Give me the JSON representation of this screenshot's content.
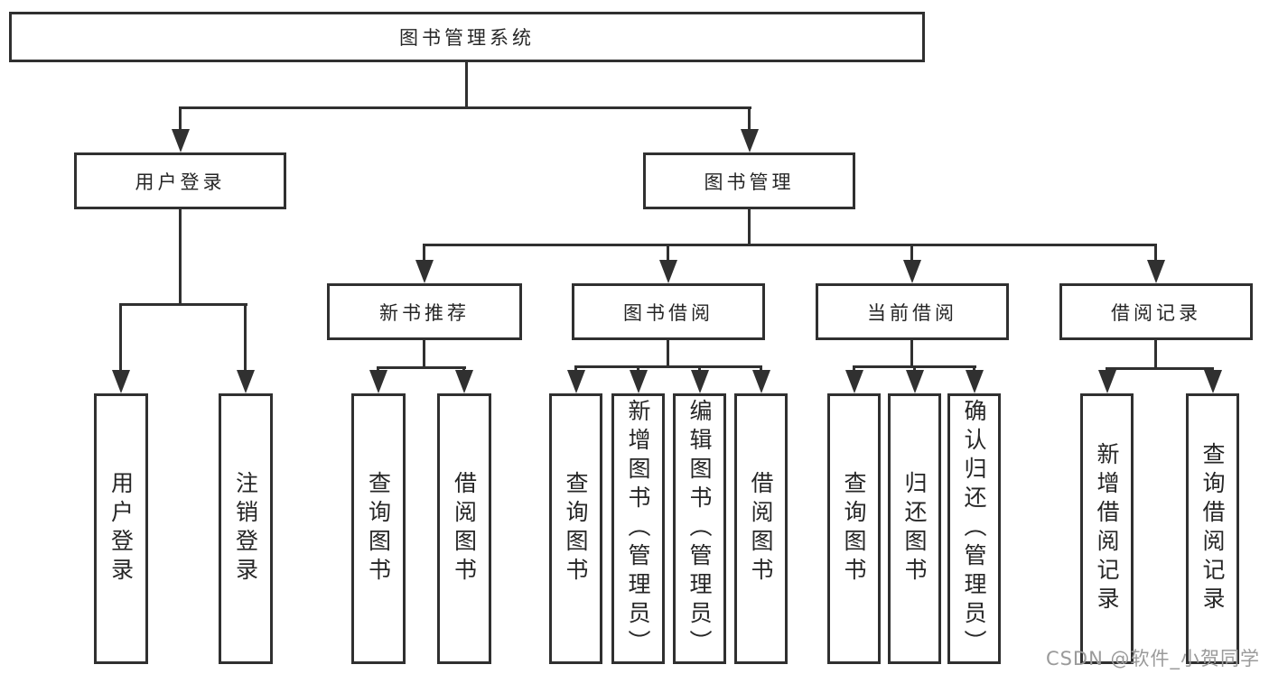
{
  "title": "图书管理系统",
  "branches": {
    "user": {
      "label": "用户登录",
      "children": [
        "用户登录",
        "注销登录"
      ]
    },
    "books": {
      "label": "图书管理",
      "sections": [
        {
          "label": "新书推荐",
          "children": [
            "查询图书",
            "借阅图书"
          ]
        },
        {
          "label": "图书借阅",
          "children": [
            "查询图书",
            "新增图书（管理员）",
            "编辑图书（管理员）",
            "借阅图书"
          ]
        },
        {
          "label": "当前借阅",
          "children": [
            "查询图书",
            "归还图书",
            "确认归还（管理员）"
          ]
        },
        {
          "label": "借阅记录",
          "children": [
            "新增借阅记录",
            "查询借阅记录"
          ]
        }
      ]
    }
  },
  "watermark": "CSDN @软件_小贺同学",
  "colors": {
    "line": "#303030",
    "text": "#262626",
    "watermark": "#9a9a9a",
    "background": "#ffffff"
  }
}
